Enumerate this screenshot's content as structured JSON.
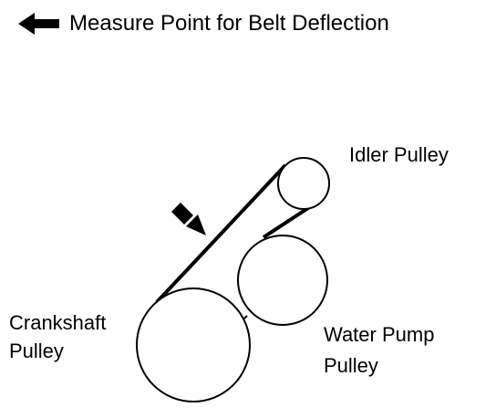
{
  "legend": {
    "text": "Measure Point for Belt Deflection",
    "icon": "left-arrow-icon"
  },
  "labels": {
    "idler": "Idler Pulley",
    "crankshaft_line1": "Crankshaft",
    "crankshaft_line2": "Pulley",
    "water_pump_line1": "Water Pump",
    "water_pump_line2": "Pulley"
  },
  "measure_arrow_icon": "down-right-arrow-icon",
  "colors": {
    "stroke": "#000000",
    "background": "#ffffff"
  }
}
